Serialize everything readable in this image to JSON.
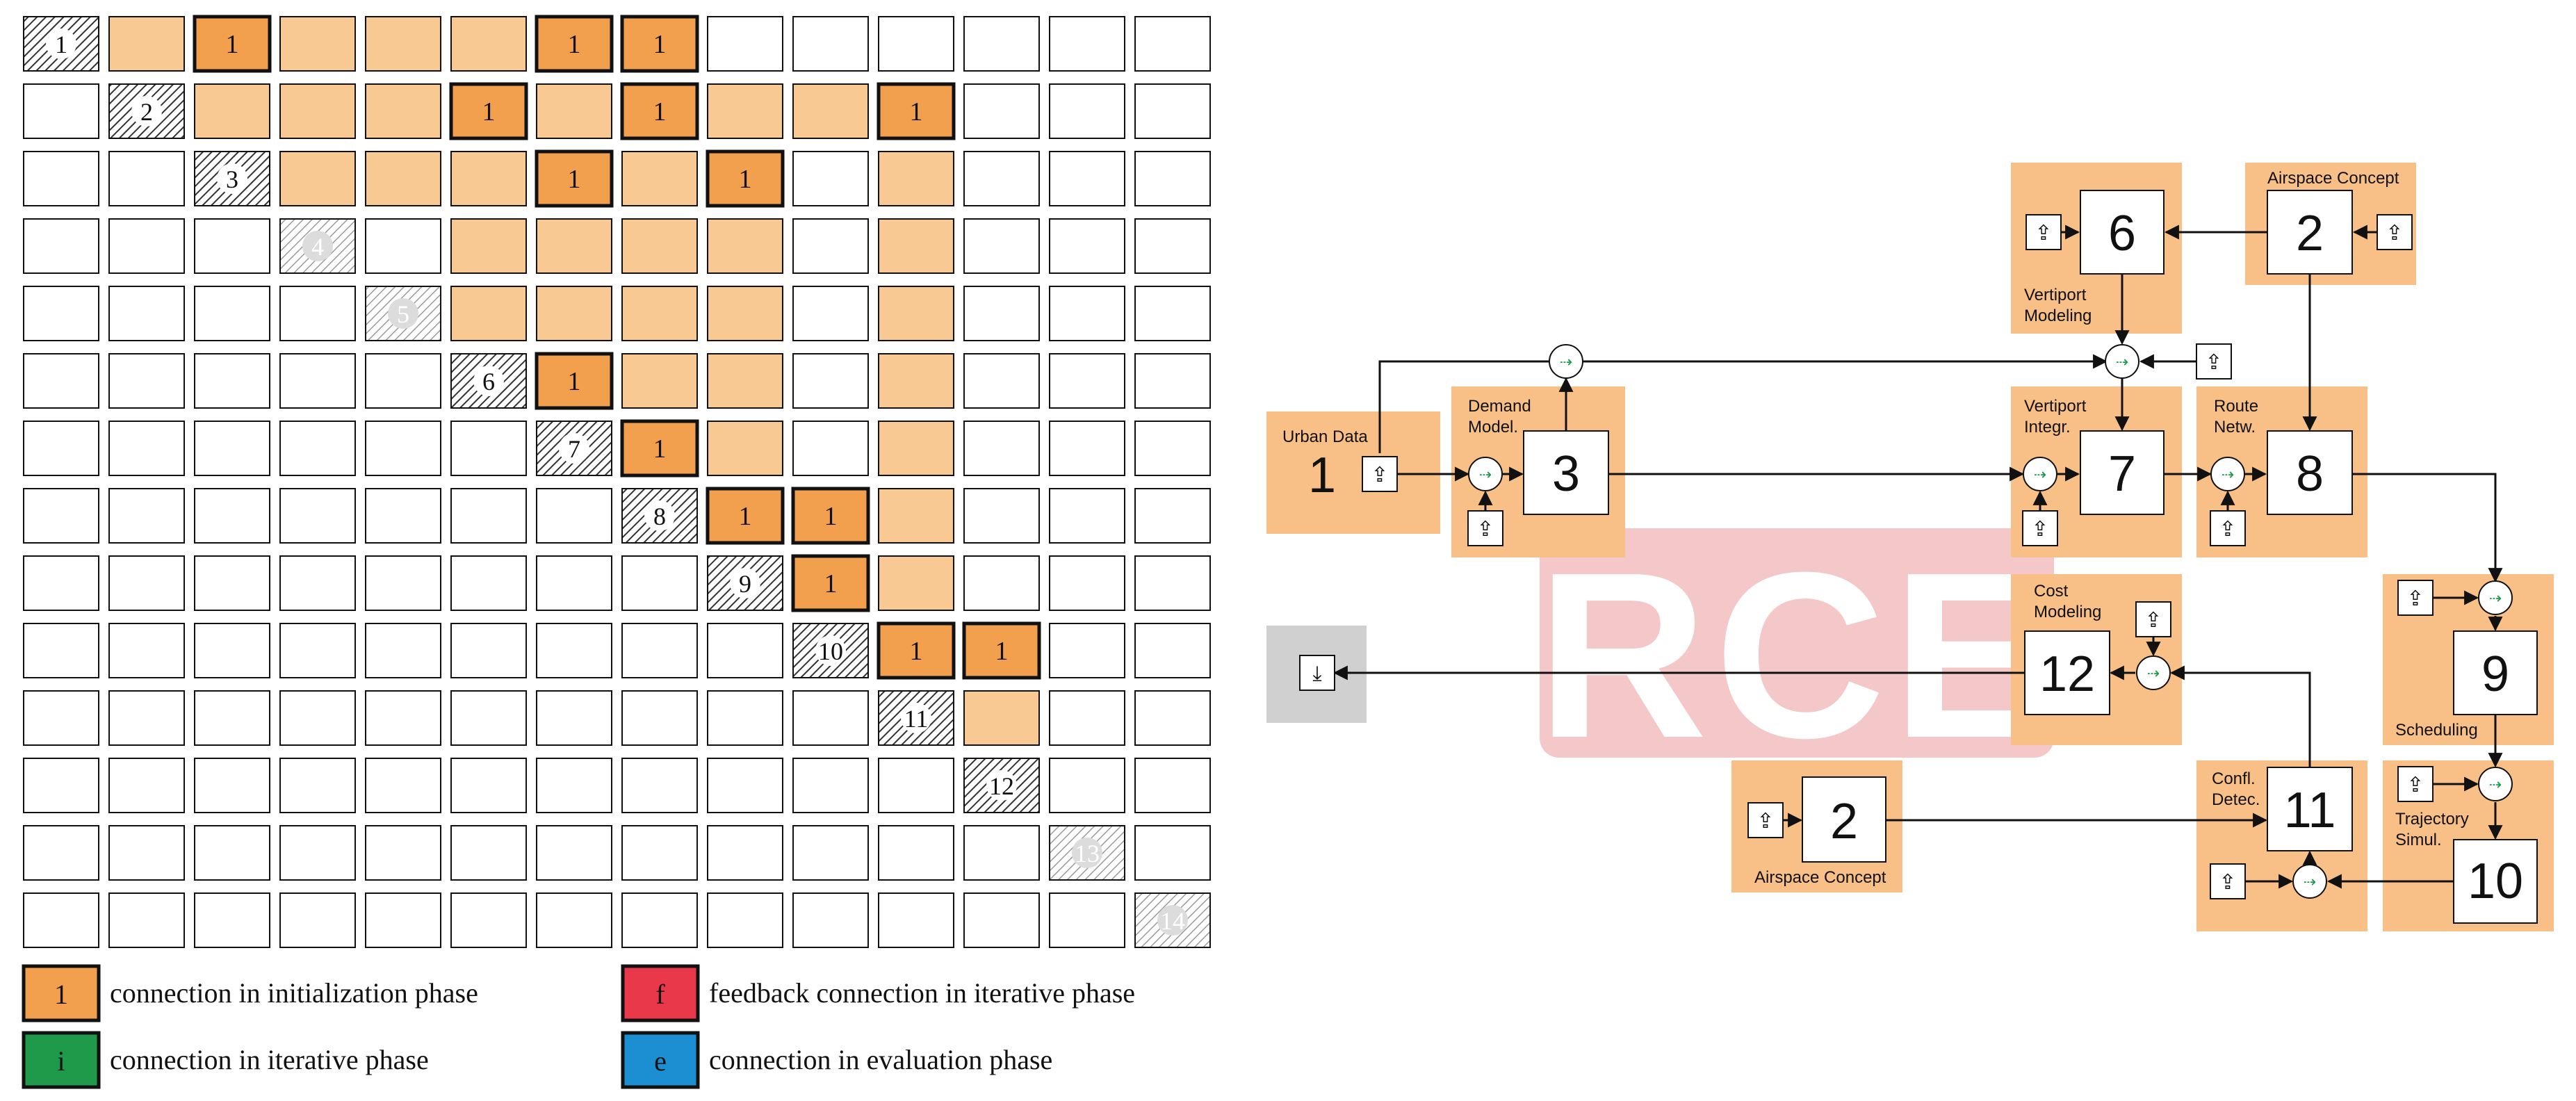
{
  "colors": {
    "orange_init": "#f3a04e",
    "orange_light": "#f9c994",
    "block_bg": "#f8bf87",
    "feedback_red": "#e8384a",
    "iterative_green": "#1f9a4a",
    "evaluation_blue": "#1b8fd2",
    "watermark": "#f3c2c4",
    "output_gray": "#d0d0d0"
  },
  "matrix": {
    "n": 14,
    "diagonal": [
      "1",
      "2",
      "3",
      "4",
      "5",
      "6",
      "7",
      "8",
      "9",
      "10",
      "11",
      "12",
      "13",
      "14"
    ],
    "inactive_diagonal": [
      4,
      5,
      13,
      14
    ],
    "cells": [
      [
        0,
        1,
        2,
        1,
        1,
        1,
        2,
        2,
        0,
        0,
        0,
        0,
        0,
        0
      ],
      [
        0,
        0,
        1,
        1,
        1,
        2,
        1,
        2,
        1,
        1,
        2,
        0,
        0,
        0
      ],
      [
        0,
        0,
        0,
        1,
        1,
        1,
        2,
        1,
        2,
        0,
        1,
        0,
        0,
        0
      ],
      [
        0,
        0,
        0,
        0,
        0,
        1,
        1,
        1,
        1,
        0,
        1,
        0,
        0,
        0
      ],
      [
        0,
        0,
        0,
        0,
        0,
        1,
        1,
        1,
        1,
        0,
        1,
        0,
        0,
        0
      ],
      [
        0,
        0,
        0,
        0,
        0,
        0,
        2,
        1,
        1,
        0,
        1,
        0,
        0,
        0
      ],
      [
        0,
        0,
        0,
        0,
        0,
        0,
        0,
        2,
        1,
        0,
        1,
        0,
        0,
        0
      ],
      [
        0,
        0,
        0,
        0,
        0,
        0,
        0,
        0,
        2,
        2,
        1,
        0,
        0,
        0
      ],
      [
        0,
        0,
        0,
        0,
        0,
        0,
        0,
        0,
        0,
        2,
        1,
        0,
        0,
        0
      ],
      [
        0,
        0,
        0,
        0,
        0,
        0,
        0,
        0,
        0,
        0,
        2,
        2,
        0,
        0
      ],
      [
        0,
        0,
        0,
        0,
        0,
        0,
        0,
        0,
        0,
        0,
        0,
        1,
        0,
        0
      ],
      [
        0,
        0,
        0,
        0,
        0,
        0,
        0,
        0,
        0,
        0,
        0,
        0,
        0,
        0
      ],
      [
        0,
        0,
        0,
        0,
        0,
        0,
        0,
        0,
        0,
        0,
        0,
        0,
        0,
        0
      ],
      [
        0,
        0,
        0,
        0,
        0,
        0,
        0,
        0,
        0,
        0,
        0,
        0,
        0,
        0
      ]
    ],
    "cell_label": "1"
  },
  "legend": [
    {
      "key": "1",
      "text": "connection in initialization phase",
      "color": "orange_init"
    },
    {
      "key": "f",
      "text": "feedback connection in iterative phase",
      "color": "feedback_red"
    },
    {
      "key": "i",
      "text": "connection in iterative phase",
      "color": "iterative_green"
    },
    {
      "key": "e",
      "text": "connection in evaluation phase",
      "color": "evaluation_blue"
    }
  ],
  "workflow": {
    "watermark": "RCE",
    "blocks": [
      {
        "id": "urban",
        "number": "1",
        "label": "Urban Data"
      },
      {
        "id": "demand",
        "number": "3",
        "label": "Demand Model."
      },
      {
        "id": "vport_model",
        "number": "6",
        "label": "Vertiport Modeling"
      },
      {
        "id": "airspace_top",
        "number": "2",
        "label": "Airspace Concept"
      },
      {
        "id": "vport_integ",
        "number": "7",
        "label": "Vertiport Integr."
      },
      {
        "id": "route",
        "number": "8",
        "label": "Route Netw."
      },
      {
        "id": "sched",
        "number": "9",
        "label": "Scheduling"
      },
      {
        "id": "cost",
        "number": "12",
        "label": "Cost Modeling"
      },
      {
        "id": "airspace_bot",
        "number": "2",
        "label": "Airspace Concept"
      },
      {
        "id": "confl",
        "number": "11",
        "label": "Confl. Detec."
      },
      {
        "id": "traj",
        "number": "10",
        "label": "Trajectory Simul."
      }
    ]
  }
}
